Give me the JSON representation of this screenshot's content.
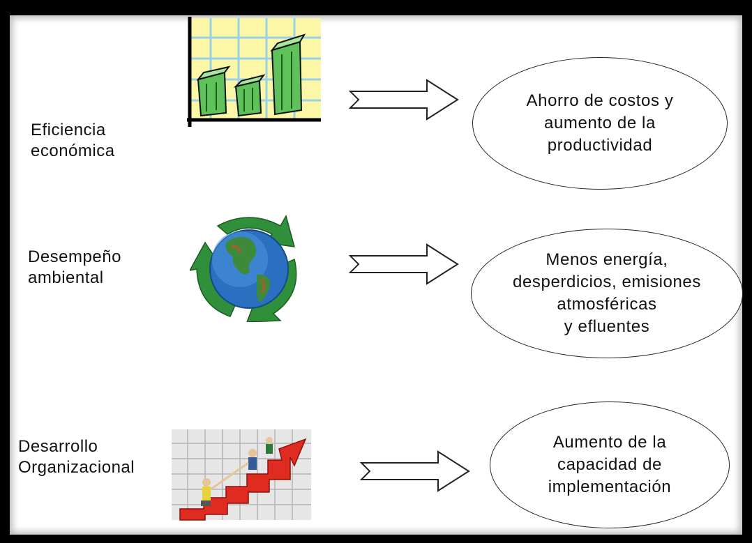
{
  "rows": [
    {
      "label_lines": [
        "Eficiencia",
        "económica"
      ],
      "icon": "bar-chart-icon",
      "outcome_lines": [
        "Ahorro de costos y",
        "aumento de la",
        "productividad"
      ]
    },
    {
      "label_lines": [
        "Desempeño",
        "ambiental"
      ],
      "icon": "recycling-globe-icon",
      "outcome_lines": [
        "Menos energía,",
        "desperdicios, emisiones",
        "atmosféricas",
        "y efluentes"
      ]
    },
    {
      "label_lines": [
        "Desarrollo",
        "Organizacional"
      ],
      "icon": "business-growth-stairs-icon",
      "outcome_lines": [
        "Aumento de la",
        "capacidad de",
        "implementación"
      ]
    }
  ],
  "colors": {
    "frame": "#000000",
    "chart_bg": "#fbf7a6",
    "chart_grid": "#9ad0e8",
    "bar_green": "#5fc15a",
    "recycle_green": "#2f8f3a",
    "globe_blue": "#2a6fc0",
    "arrow_red": "#e02b20"
  }
}
